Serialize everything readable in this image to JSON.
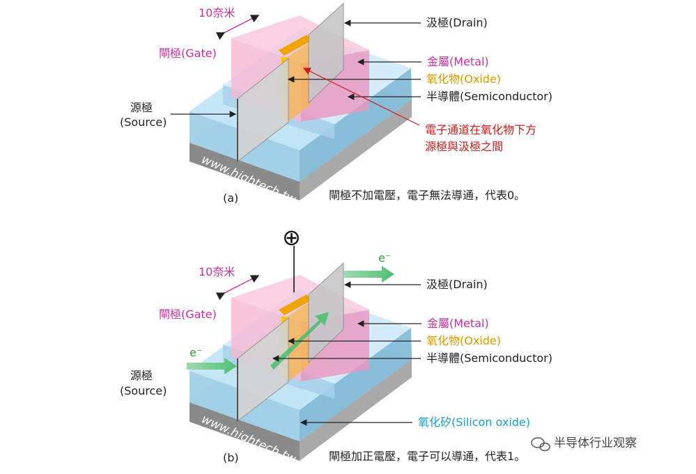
{
  "colors": {
    "gate": "#cc2f9e",
    "oxide": "#d79a00",
    "channel_note": "#d21a1a",
    "electron": "#2f9e35",
    "silicon_oxide": "#1aa0c8"
  },
  "panel_a": {
    "label": "(a)",
    "width_label": "10奈米",
    "gate": "閘極(Gate)",
    "source_line1": "源極",
    "source_line2": "(Source)",
    "drain": "汲極(Drain)",
    "metal": "金屬(Metal)",
    "oxide": "氧化物(Oxide)",
    "semiconductor": "半導體(Semiconductor)",
    "channel_line1": "電子通道在氧化物下方",
    "channel_line2": "源極與汲極之間",
    "watermark": "www.hightech.tw",
    "caption": "閘極不加電壓，電子無法導通，代表0。"
  },
  "panel_b": {
    "label": "(b)",
    "width_label": "10奈米",
    "gate": "閘極(Gate)",
    "source_line1": "源極",
    "source_line2": "(Source)",
    "drain": "汲極(Drain)",
    "metal": "金屬(Metal)",
    "oxide": "氧化物(Oxide)",
    "semiconductor": "半導體(Semiconductor)",
    "silicon_oxide": "氧化矽(Silicon oxide)",
    "electron_in": "e⁻",
    "electron_out": "e⁻",
    "plus_symbol": "⊕",
    "watermark": "www.hightech.tw",
    "caption": "閘極加正電壓，電子可以導通，代表1。"
  },
  "wechat_source": "半导体行业观察"
}
